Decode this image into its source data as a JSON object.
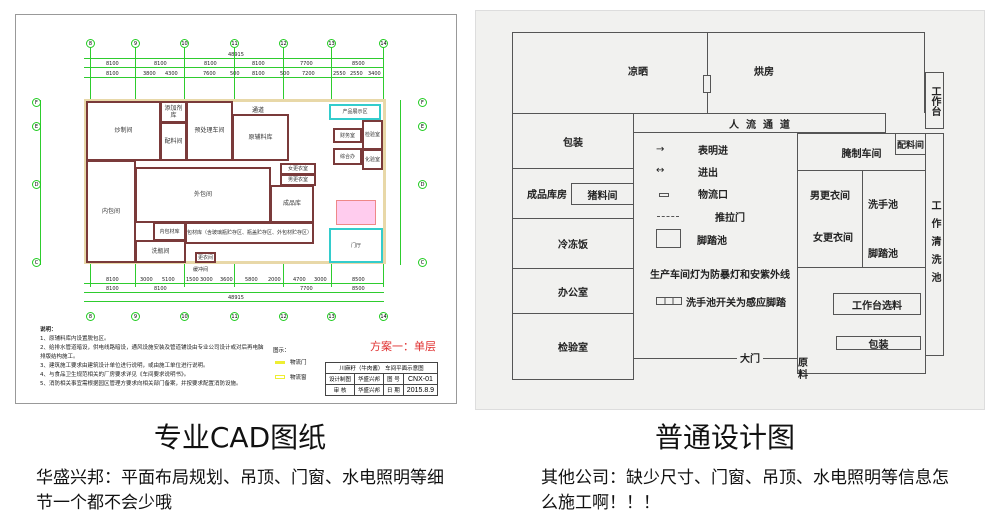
{
  "left_plan": {
    "axes_top": [
      "8",
      "9",
      "10",
      "11",
      "12",
      "13",
      "14"
    ],
    "axes_side": [
      "F",
      "E",
      "D",
      "C"
    ],
    "dims_total": "48915",
    "dims_row1": [
      "8100",
      "8100",
      "8100",
      "8100",
      "7700",
      "8500"
    ],
    "dims_row2": [
      "8100",
      "3800",
      "4300",
      "7600",
      "500",
      "8100",
      "500",
      "7200",
      "2550",
      "2550",
      "3400"
    ],
    "dims_bottom": [
      "8100",
      "3000",
      "5100",
      "1500",
      "3000",
      "3600",
      "5800",
      "2000",
      "4700",
      "3000",
      "8500"
    ],
    "rooms": [
      "炒制间",
      "添加剂库",
      "配料间",
      "预处理车间",
      "原辅料库",
      "通道",
      "内包间",
      "外包间",
      "女更衣室",
      "男更衣室",
      "成品库",
      "内包材库",
      "包材库（含玻璃瓶贮存区、瓶盖贮存区、外包材贮存区）",
      "洗瓶间",
      "更衣间",
      "缓冲间",
      "产品展示区",
      "财务室",
      "综合办",
      "检验室",
      "化验室",
      "门厅"
    ],
    "notes_title": "说明：",
    "notes": [
      "1、原辅料库内设置脱包区。",
      "2、给排水管道暗设，供电线路暗设，通风设施安装及管道铺设由专业公司设计或对后再电脑排版结构施工。",
      "3、建筑施工要求由建筑设计单位进行说明，或由施工单位进行说明。",
      "4、与食品卫生规范相关的厂房要求详见《车间要求说明书》。",
      "5、消防相关事宜需根据园区管理方要求向相关部门备案，并按要求配置消防设施。"
    ],
    "legend_title": "图示：",
    "legend": [
      "物流门",
      "物流窗"
    ],
    "scheme": "方案一：单层",
    "title_block": {
      "project": "川麻籽（牛肉酱）  车间平面示意图",
      "design_label": "设计制图",
      "design_by": "华盛兴邦",
      "drawing_no_label": "图  号",
      "drawing_no": "CNX-01",
      "review_label": "审  核",
      "review_by": "华盛兴邦",
      "date_label": "日  期",
      "date": "2015.8.9"
    }
  },
  "right_plan": {
    "rooms": [
      "凉晒",
      "烘房",
      "人  流  通  道",
      "包装",
      "成品库房",
      "猪料间",
      "冷冻饭",
      "办公室",
      "检验室",
      "腌制车间",
      "配料间",
      "男更衣间",
      "女更衣间",
      "洗手池",
      "脚踏池",
      "工作台选料",
      "包装",
      "工作台",
      "工作清洗池",
      "大门",
      "原料"
    ],
    "legend": [
      "表明进",
      "进出",
      "物流口",
      "推拉门",
      "脚踏池",
      "生产车间灯为防暴灯和安紫外线",
      "洗手池开关为感应脚踏"
    ]
  },
  "captions": {
    "left_title": "专业CAD图纸",
    "left_desc": "华盛兴邦：平面布局规划、吊顶、门窗、水电照明等细节一个都不会少哦",
    "right_title": "普通设计图",
    "right_desc": "其他公司：缺少尺寸、门窗、吊顶、水电照明等信息怎么施工啊！！！"
  },
  "colors": {
    "wall": "#7a3a3a",
    "grid": "#2ecc2e",
    "scheme": "#e03030"
  }
}
